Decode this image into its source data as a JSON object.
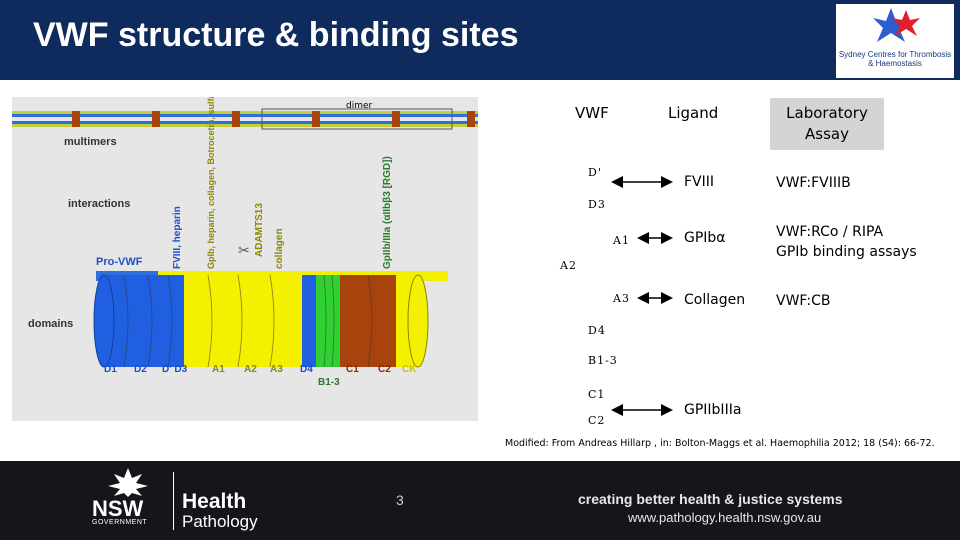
{
  "header": {
    "title": "VWF structure & binding sites",
    "logo_text": "Sydney Centres for Thrombosis & Haemostasis"
  },
  "figure": {
    "multimers_label": "multimers",
    "dimer_label": "dimer",
    "interactions_label": "interactions",
    "provwf_label": "Pro-VWF",
    "domains_label": "domains",
    "vertical_labels": [
      "FVIII, heparin",
      "GpIb, heparin, collagen, Botrocetin, sulfatides",
      "ADAMTS13",
      "collagen",
      "GpIIb/IIIa (αIIbβ3 [RGD])"
    ],
    "domain_labels": [
      "D1",
      "D2",
      "D' D3",
      "A1",
      "A2",
      "A3",
      "D4",
      "C1",
      "C2",
      "CK"
    ],
    "b_label": "B1-3"
  },
  "table": {
    "headers": {
      "vwf": "VWF",
      "ligand": "Ligand",
      "assay": "Laboratory Assay"
    },
    "domains": [
      "D'",
      "D3",
      "A1",
      "A2",
      "A3",
      "D4",
      "B1-3",
      "C1",
      "C2"
    ],
    "ligands": [
      "FVIII",
      "GPIbα",
      "Collagen",
      "GPIIbIIIa"
    ],
    "assays": [
      "VWF:FVIIIB",
      "VWF:RCo / RIPA",
      "GPIb binding assays",
      "VWF:CB"
    ]
  },
  "citation": "Modified: From Andreas Hillarp , in: Bolton-Maggs et al. Haemophilia 2012; 18 (S4): 66-72.",
  "footer": {
    "nsw": "NSW",
    "government": "GOVERNMENT",
    "health": "Health",
    "pathology": "Pathology",
    "page_number": "3",
    "tagline": "creating better health & justice systems",
    "url": "www.pathology.health.nsw.gov.au"
  },
  "colors": {
    "header_bg": "#0f2a5c",
    "footer_bg": "#15151b",
    "domain_blue": "#1f5fe0",
    "domain_yellow": "#f5f000",
    "domain_green": "#2fd02f",
    "domain_brown": "#a8430d",
    "label_blue": "#1f4fc8",
    "label_olive": "#8a8a00",
    "label_darkgreen": "#2a7a2a"
  }
}
